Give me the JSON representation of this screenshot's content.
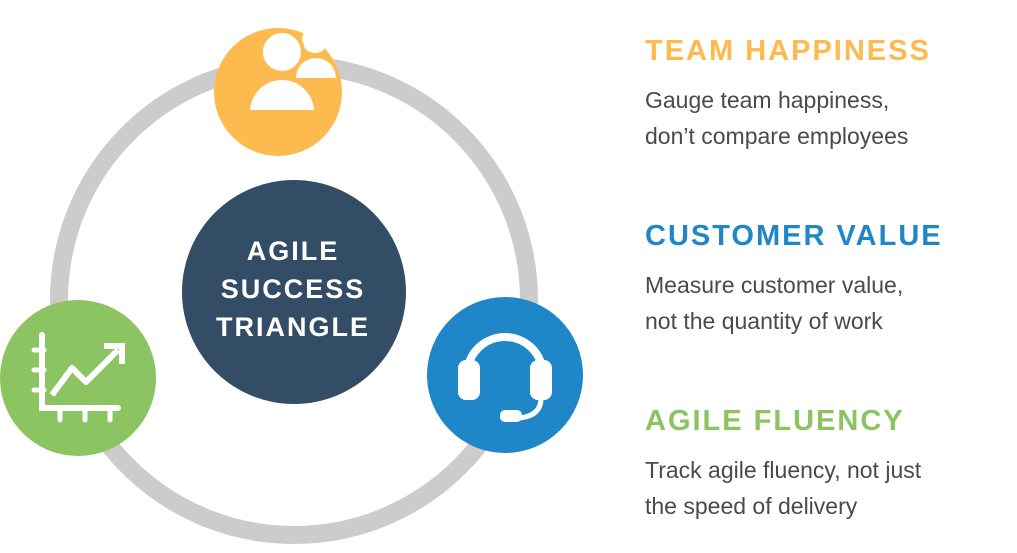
{
  "center": {
    "lines": [
      "AGILE",
      "SUCCESS",
      "TRIANGLE"
    ]
  },
  "items": [
    {
      "title": "TEAM HAPPINESS",
      "lines": [
        "Gauge team happiness,",
        "don’t compare employees"
      ],
      "color": "#FDBA4E",
      "icon": "team-icon"
    },
    {
      "title": "CUSTOMER VALUE",
      "lines": [
        "Measure customer value,",
        "not the quantity of work"
      ],
      "color": "#1F87C7",
      "icon": "headset-icon"
    },
    {
      "title": "AGILE FLUENCY",
      "lines": [
        "Track agile fluency, not just",
        "the speed of delivery"
      ],
      "color": "#8BC460",
      "icon": "growth-chart-icon"
    }
  ],
  "colors": {
    "ring": "#CCCCCC",
    "center": "#344D66"
  }
}
